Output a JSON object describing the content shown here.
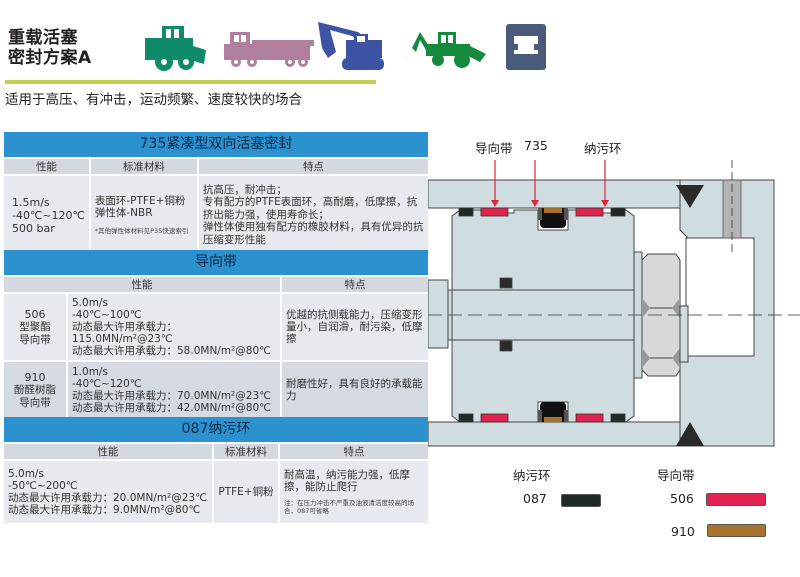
{
  "header": {
    "title_line1": "重载活塞",
    "title_line2": "密封方案A",
    "subtitle": "适用于高压、有冲击，运动频繁、速度较快的场合",
    "machine_icons": [
      {
        "name": "wheel-loader-icon",
        "color": "#0f8a6a"
      },
      {
        "name": "crane-truck-icon",
        "color": "#b07f9c"
      },
      {
        "name": "excavator-icon",
        "color": "#3c54a3"
      },
      {
        "name": "backhoe-loader-icon",
        "color": "#138a3c"
      },
      {
        "name": "press-machine-icon",
        "color": "#4a5a7a"
      }
    ],
    "accent_color": "#c3cf50"
  },
  "seal735": {
    "title": "735紧凑型双向活塞密封",
    "headers": [
      "性能",
      "标准材料",
      "特点"
    ],
    "performance": [
      "1.5m/s",
      "-40℃~120℃",
      "500 bar"
    ],
    "materials": [
      "表面环-PTFE+铜粉",
      "弹性体-NBR"
    ],
    "materials_note": "*其他弹性体材料见P35快速索引",
    "features": [
      "抗高压，耐冲击；",
      "专有配方的PTFE表面环，高耐磨，低摩擦，抗挤出能力强，使用寿命长；",
      "弹性体使用独有配方的橡胶材料，具有优异的抗压缩变形性能"
    ]
  },
  "guide": {
    "title": "导向带",
    "headers": [
      "性能",
      "特点"
    ],
    "rows": [
      {
        "code": "506",
        "name_line1": "型聚酯",
        "name_line2": "导向带",
        "performance": [
          "5.0m/s",
          "-40℃~100℃",
          "动态最大许用承载力：115.0MN/m²@23℃",
          "动态最大许用承载力：58.0MN/m²@80℃"
        ],
        "features": "优越的抗侧载能力，压缩变形量小，自润滑，耐污染，低摩擦"
      },
      {
        "code": "910",
        "name_line1": "酚醛树脂",
        "name_line2": "导向带",
        "performance": [
          "1.0m/s",
          "-40℃~120℃",
          "动态最大许用承载力：70.0MN/m²@23℃",
          "动态最大许用承载力：42.0MN/m²@80℃"
        ],
        "features": "耐磨性好，具有良好的承载能力"
      }
    ]
  },
  "wiper": {
    "title": "087纳污环",
    "headers": [
      "性能",
      "标准材料",
      "特点"
    ],
    "performance": [
      "5.0m/s",
      "-50℃~200℃",
      "动态最大许用承载力：20.0MN/m²@23℃",
      "动态最大许用承载力：9.0MN/m²@80℃"
    ],
    "material": "PTFE+铜粉",
    "features": "耐高温，纳污能力强，低摩擦，能防止爬行",
    "note": "注：在压力冲击不严重及油液清洁度较高的场合，087可省略"
  },
  "diagram": {
    "labels": {
      "guide": "导向带",
      "seal": "735",
      "wiper": "纳污环"
    },
    "colors": {
      "body": "#cfdde0",
      "guide_506": "#e0234e",
      "guide_910": "#a8722a",
      "wiper": "#222a26",
      "seal_core": "#111111",
      "nut": "#d8d8d8",
      "arrow": "#e0233a"
    }
  },
  "legend": {
    "wiper_title": "纳污环",
    "guide_title": "导向带",
    "items": [
      {
        "code": "087",
        "color": "#1f2a25"
      },
      {
        "code": "506",
        "color": "#e2234f"
      },
      {
        "code": "910",
        "color": "#a8742d"
      }
    ]
  }
}
